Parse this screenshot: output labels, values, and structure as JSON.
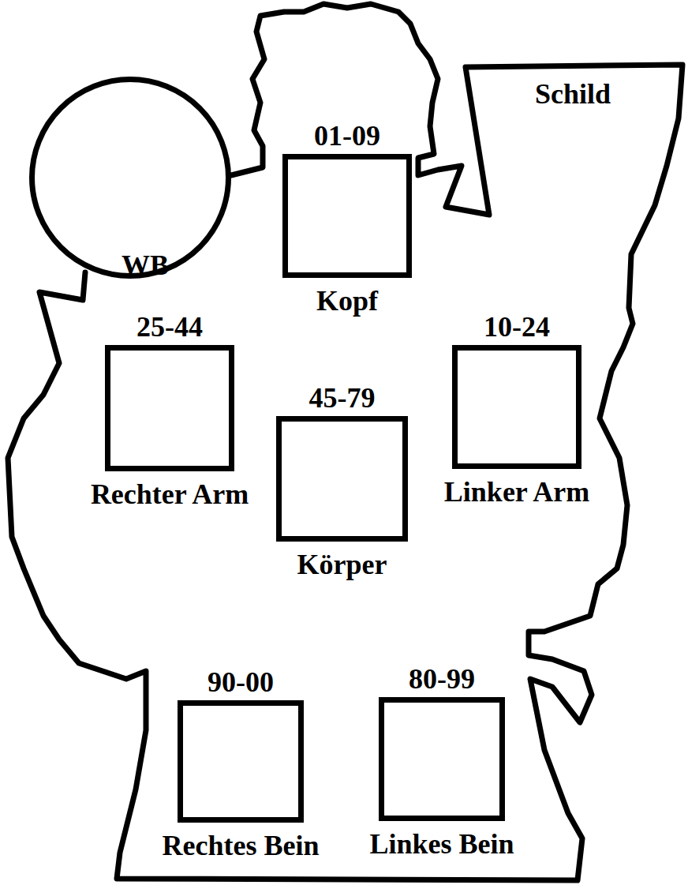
{
  "diagram": {
    "nodes": [
      {
        "text": [
          "WB"
        ]
      },
      {
        "text": [
          "01-09",
          "Kopf"
        ]
      },
      {
        "text": [
          "Schild"
        ]
      },
      {
        "text": [
          "25-44",
          "Rechter Arm"
        ]
      },
      {
        "text": [
          "10-24",
          "Linker Arm"
        ]
      },
      {
        "text": [
          "45-79",
          "Körper"
        ]
      },
      {
        "text": [
          "90-00",
          "Rechtes Bein"
        ]
      },
      {
        "text": [
          "80-99",
          "Linkes Bein"
        ]
      }
    ]
  }
}
